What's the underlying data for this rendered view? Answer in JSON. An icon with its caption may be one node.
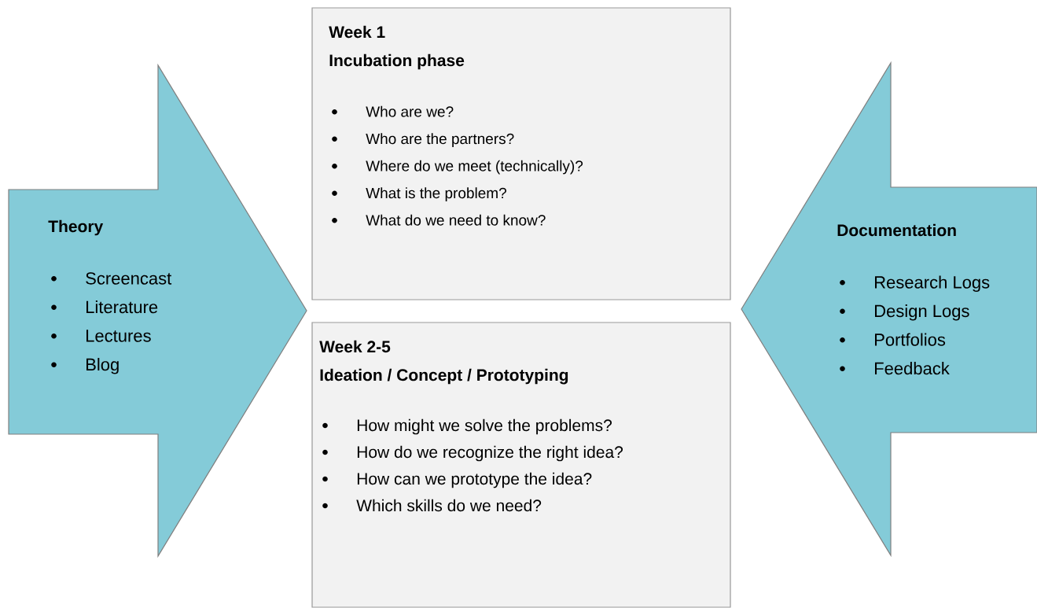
{
  "diagram": {
    "nodes": [
      {
        "text": [
          "Theory",
          "Screencast",
          "Literature",
          "Lectures",
          "Blog"
        ]
      },
      {
        "text": [
          "Week 1",
          "Incubation phase",
          "Who are we?",
          "Who are the partners?",
          "Where do we meet (technically)?",
          "What is the problem?",
          "What do we need to know?"
        ]
      },
      {
        "text": [
          "Week 2-5",
          "Ideation / Concept / Prototyping",
          "How might we solve the problems?",
          "How do we recognize the right idea?",
          "How can we prototype the idea?",
          "Which skills do we need?"
        ]
      },
      {
        "text": [
          "Documentation",
          "Research Logs",
          "Design Logs",
          "Portfolios",
          "Feedback"
        ]
      }
    ]
  }
}
